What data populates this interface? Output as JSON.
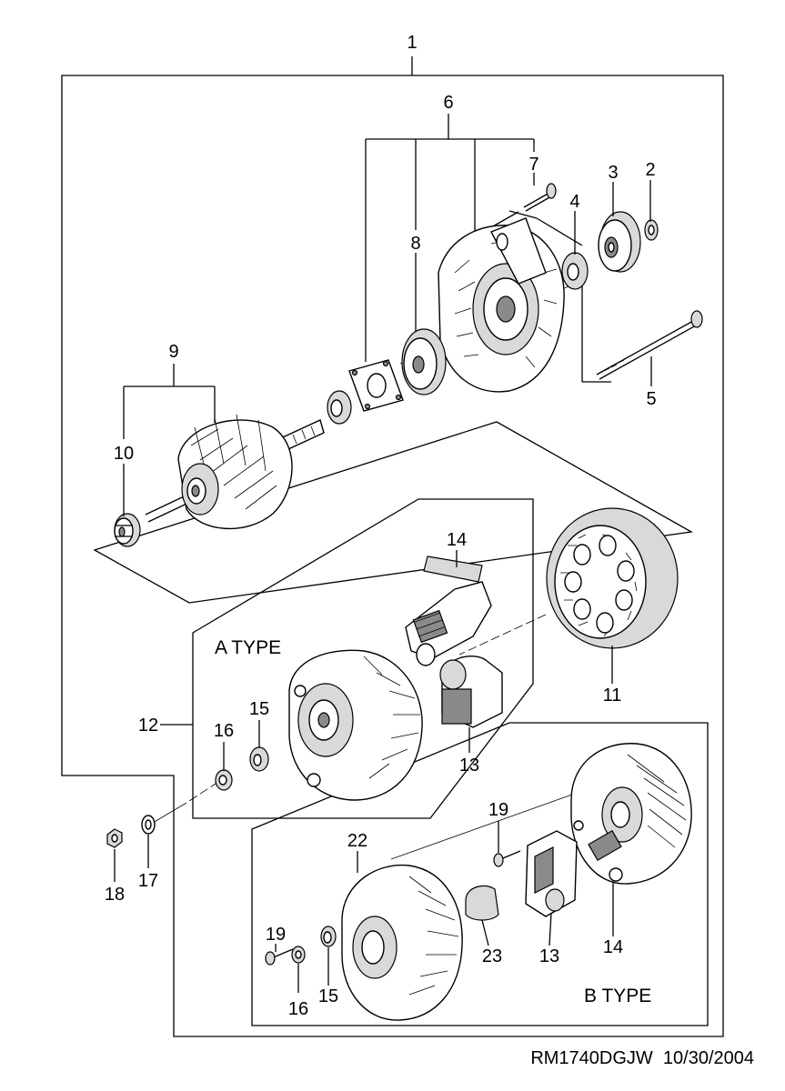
{
  "diagram": {
    "callouts": {
      "c1": "1",
      "c2": "2",
      "c3": "3",
      "c4": "4",
      "c5": "5",
      "c6": "6",
      "c7": "7",
      "c8": "8",
      "c9": "9",
      "c10": "10",
      "c11": "11",
      "c12": "12",
      "c13a": "13",
      "c13b": "13",
      "c14a": "14",
      "c14b": "14",
      "c15a": "15",
      "c15b": "15",
      "c16a": "16",
      "c16b": "16",
      "c17": "17",
      "c18": "18",
      "c19a": "19",
      "c19b": "19",
      "c22": "22",
      "c23": "23"
    },
    "type_a_label": "A TYPE",
    "type_b_label": "B TYPE"
  },
  "footer": {
    "reference": "RM1740DGJW  10/30/2004"
  }
}
